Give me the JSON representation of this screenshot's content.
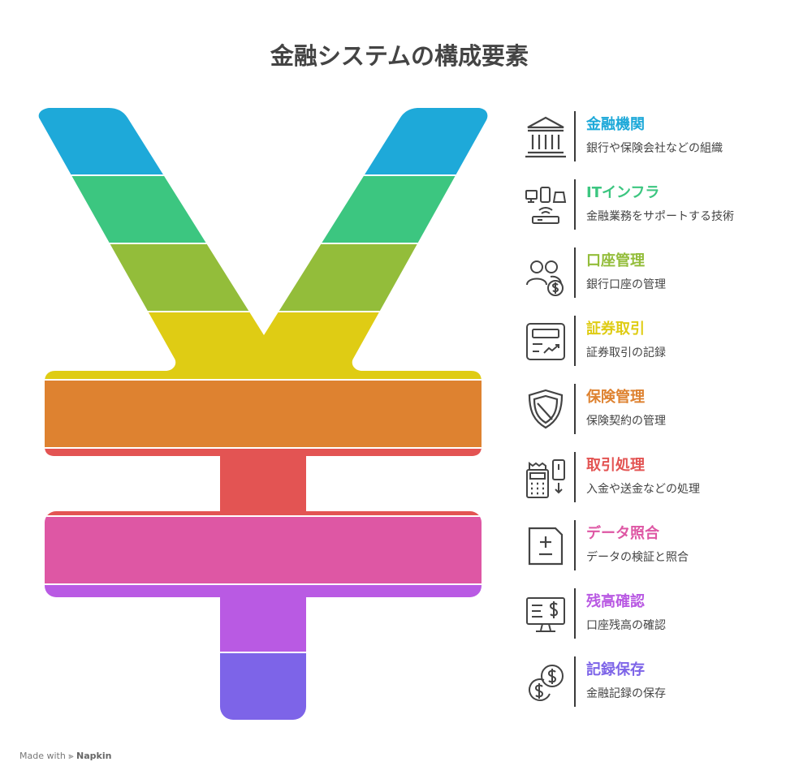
{
  "title": "金融システムの構成要素",
  "footer": {
    "prefix": "Made with",
    "brand": "Napkin"
  },
  "items": [
    {
      "name": "金融機関",
      "desc": "銀行や保険会社などの組織",
      "color": "#1ea9d9",
      "icon": "bank-icon"
    },
    {
      "name": "ITインフラ",
      "desc": "金融業務をサポートする技術",
      "color": "#3cc680",
      "icon": "network-devices-icon"
    },
    {
      "name": "口座管理",
      "desc": "銀行口座の管理",
      "color": "#93bd3a",
      "icon": "users-dollar-icon"
    },
    {
      "name": "証券取引",
      "desc": "証券取引の記録",
      "color": "#dfcc14",
      "icon": "trading-form-icon"
    },
    {
      "name": "保険管理",
      "desc": "保険契約の管理",
      "color": "#de8230",
      "icon": "shield-icon"
    },
    {
      "name": "取引処理",
      "desc": "入金や送金などの処理",
      "color": "#e35453",
      "icon": "pos-terminal-icon"
    },
    {
      "name": "データ照合",
      "desc": "データの検証と照合",
      "color": "#de57a4",
      "icon": "document-plus-minus-icon"
    },
    {
      "name": "残高確認",
      "desc": "口座残高の確認",
      "color": "#b95ae3",
      "icon": "monitor-dollar-icon"
    },
    {
      "name": "記録保存",
      "desc": "金融記録の保存",
      "color": "#7d64e8",
      "icon": "coins-icon"
    }
  ]
}
